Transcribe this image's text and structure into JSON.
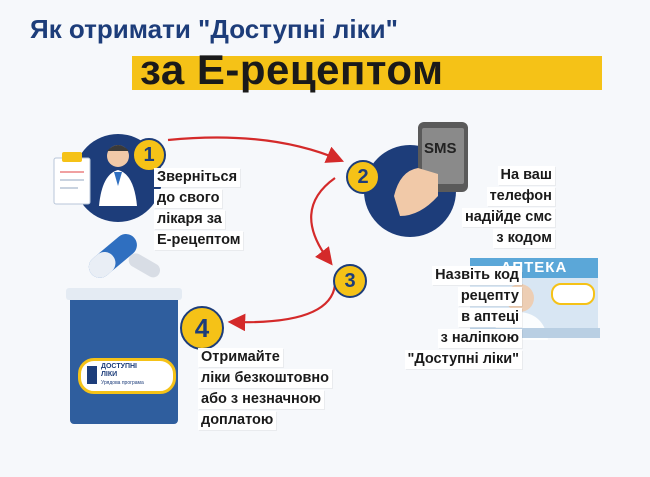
{
  "title": {
    "line1": "Як отримати \"Доступні ліки\"",
    "line2": "за Е-рецептом"
  },
  "steps": [
    {
      "number": "1",
      "lines": [
        "Зверніться",
        "до свого",
        "лікаря за",
        "Е-рецептом"
      ]
    },
    {
      "number": "2",
      "lines": [
        "На ваш",
        "телефон",
        "надійде смс",
        "з кодом"
      ]
    },
    {
      "number": "3",
      "lines": [
        "Назвіть код",
        "рецепту",
        "в аптеці",
        "з наліпкою",
        "\"Доступні ліки\""
      ]
    },
    {
      "number": "4",
      "lines": [
        "Отримайте",
        "ліки безкоштовно",
        "або з незначною",
        "доплатою"
      ]
    }
  ],
  "phone_label": "SMS",
  "pharmacy_sign": "АПТЕКА",
  "logo": {
    "line1": "ДОСТУПНІ",
    "line2": "ЛІКИ",
    "line3": "Урядова програма"
  },
  "colors": {
    "navy": "#1d3d7a",
    "yellow": "#f5c217",
    "red": "#d42a2a",
    "blue": "#2f6fc0"
  },
  "icons": [
    "doctor-icon",
    "phone-icon",
    "pharmacist-icon",
    "pills-icon",
    "medicine-jar-icon",
    "arrow-icon"
  ]
}
